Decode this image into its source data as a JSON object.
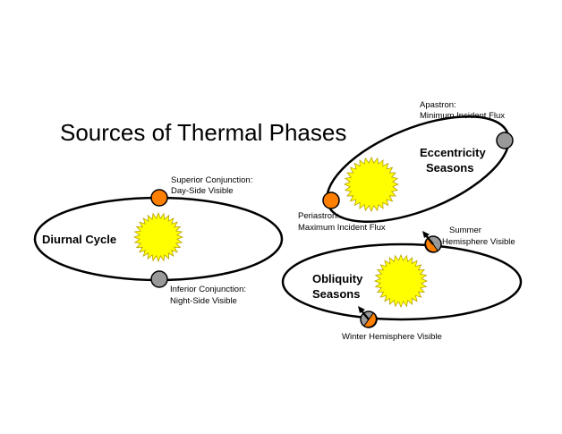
{
  "title": "Sources of Thermal Phases",
  "colors": {
    "sun_fill": "#ffff00",
    "sun_stroke": "#b8a000",
    "planet_day": "#ff7f00",
    "planet_night": "#999999",
    "orbit_stroke": "#000000",
    "background": "#ffffff"
  },
  "diurnal": {
    "label": "Diurnal Cycle",
    "superior": {
      "line1": "Superior Conjunction:",
      "line2": "Day-Side Visible"
    },
    "inferior": {
      "line1": "Inferior Conjunction:",
      "line2": "Night-Side Visible"
    }
  },
  "eccentricity": {
    "label_line1": "Eccentricity",
    "label_line2": "Seasons",
    "apastron": {
      "line1": "Apastron:",
      "line2": "Minimum Incident Flux"
    },
    "periastron": {
      "line1": "Periastron:",
      "line2": "Maximum Incident Flux"
    }
  },
  "obliquity": {
    "label_line1": "Obliquity",
    "label_line2": "Seasons",
    "summer": {
      "line1": "Summer",
      "line2": "Hemisphere Visible"
    },
    "winter": {
      "line1": "Winter Hemisphere Visible"
    }
  }
}
